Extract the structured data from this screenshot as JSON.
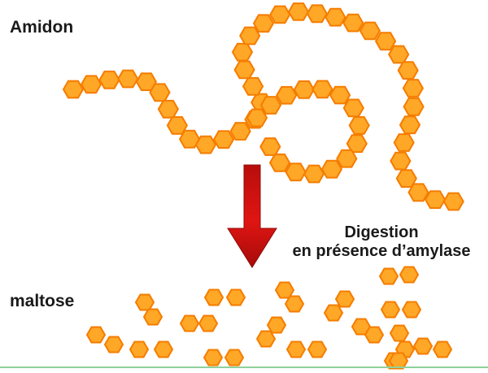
{
  "labels": {
    "starch": "Amidon",
    "maltose": "maltose",
    "process_line1": "Digestion",
    "process_line2": "en présence d’amylase"
  },
  "colors": {
    "hexagon_fill": "#ffa726",
    "hexagon_stroke": "#f57c00",
    "arrow": "#d6120f",
    "text": "#1a1a1a",
    "rule": "#8fd19a"
  },
  "icons": {
    "arrow": "down-arrow-icon",
    "glucose_unit": "hexagon-icon"
  }
}
